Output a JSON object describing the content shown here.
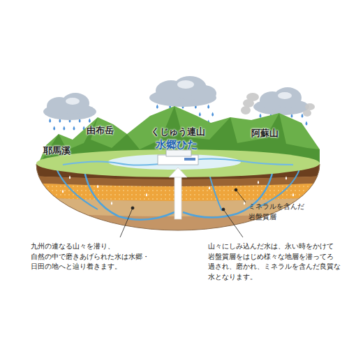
{
  "diagram": {
    "labels": [
      "耶馬溪",
      "由布岳",
      "くじゅう連山",
      "阿蘇山",
      "水郷ひた",
      "ミネラルを含んだ 岩盤質層",
      "九州の連なる山々を潜り、 自然の中で磨きあげられた水は水郷・ 日田の地へと辿り着きます。",
      "山々にしみ込んだ水は、永い時をかけて 岩盤質層をはじめ様々な地層を潜ってろ 過され、磨かれ、ミネラルを含んだ良質な 水となります。"
    ]
  }
}
